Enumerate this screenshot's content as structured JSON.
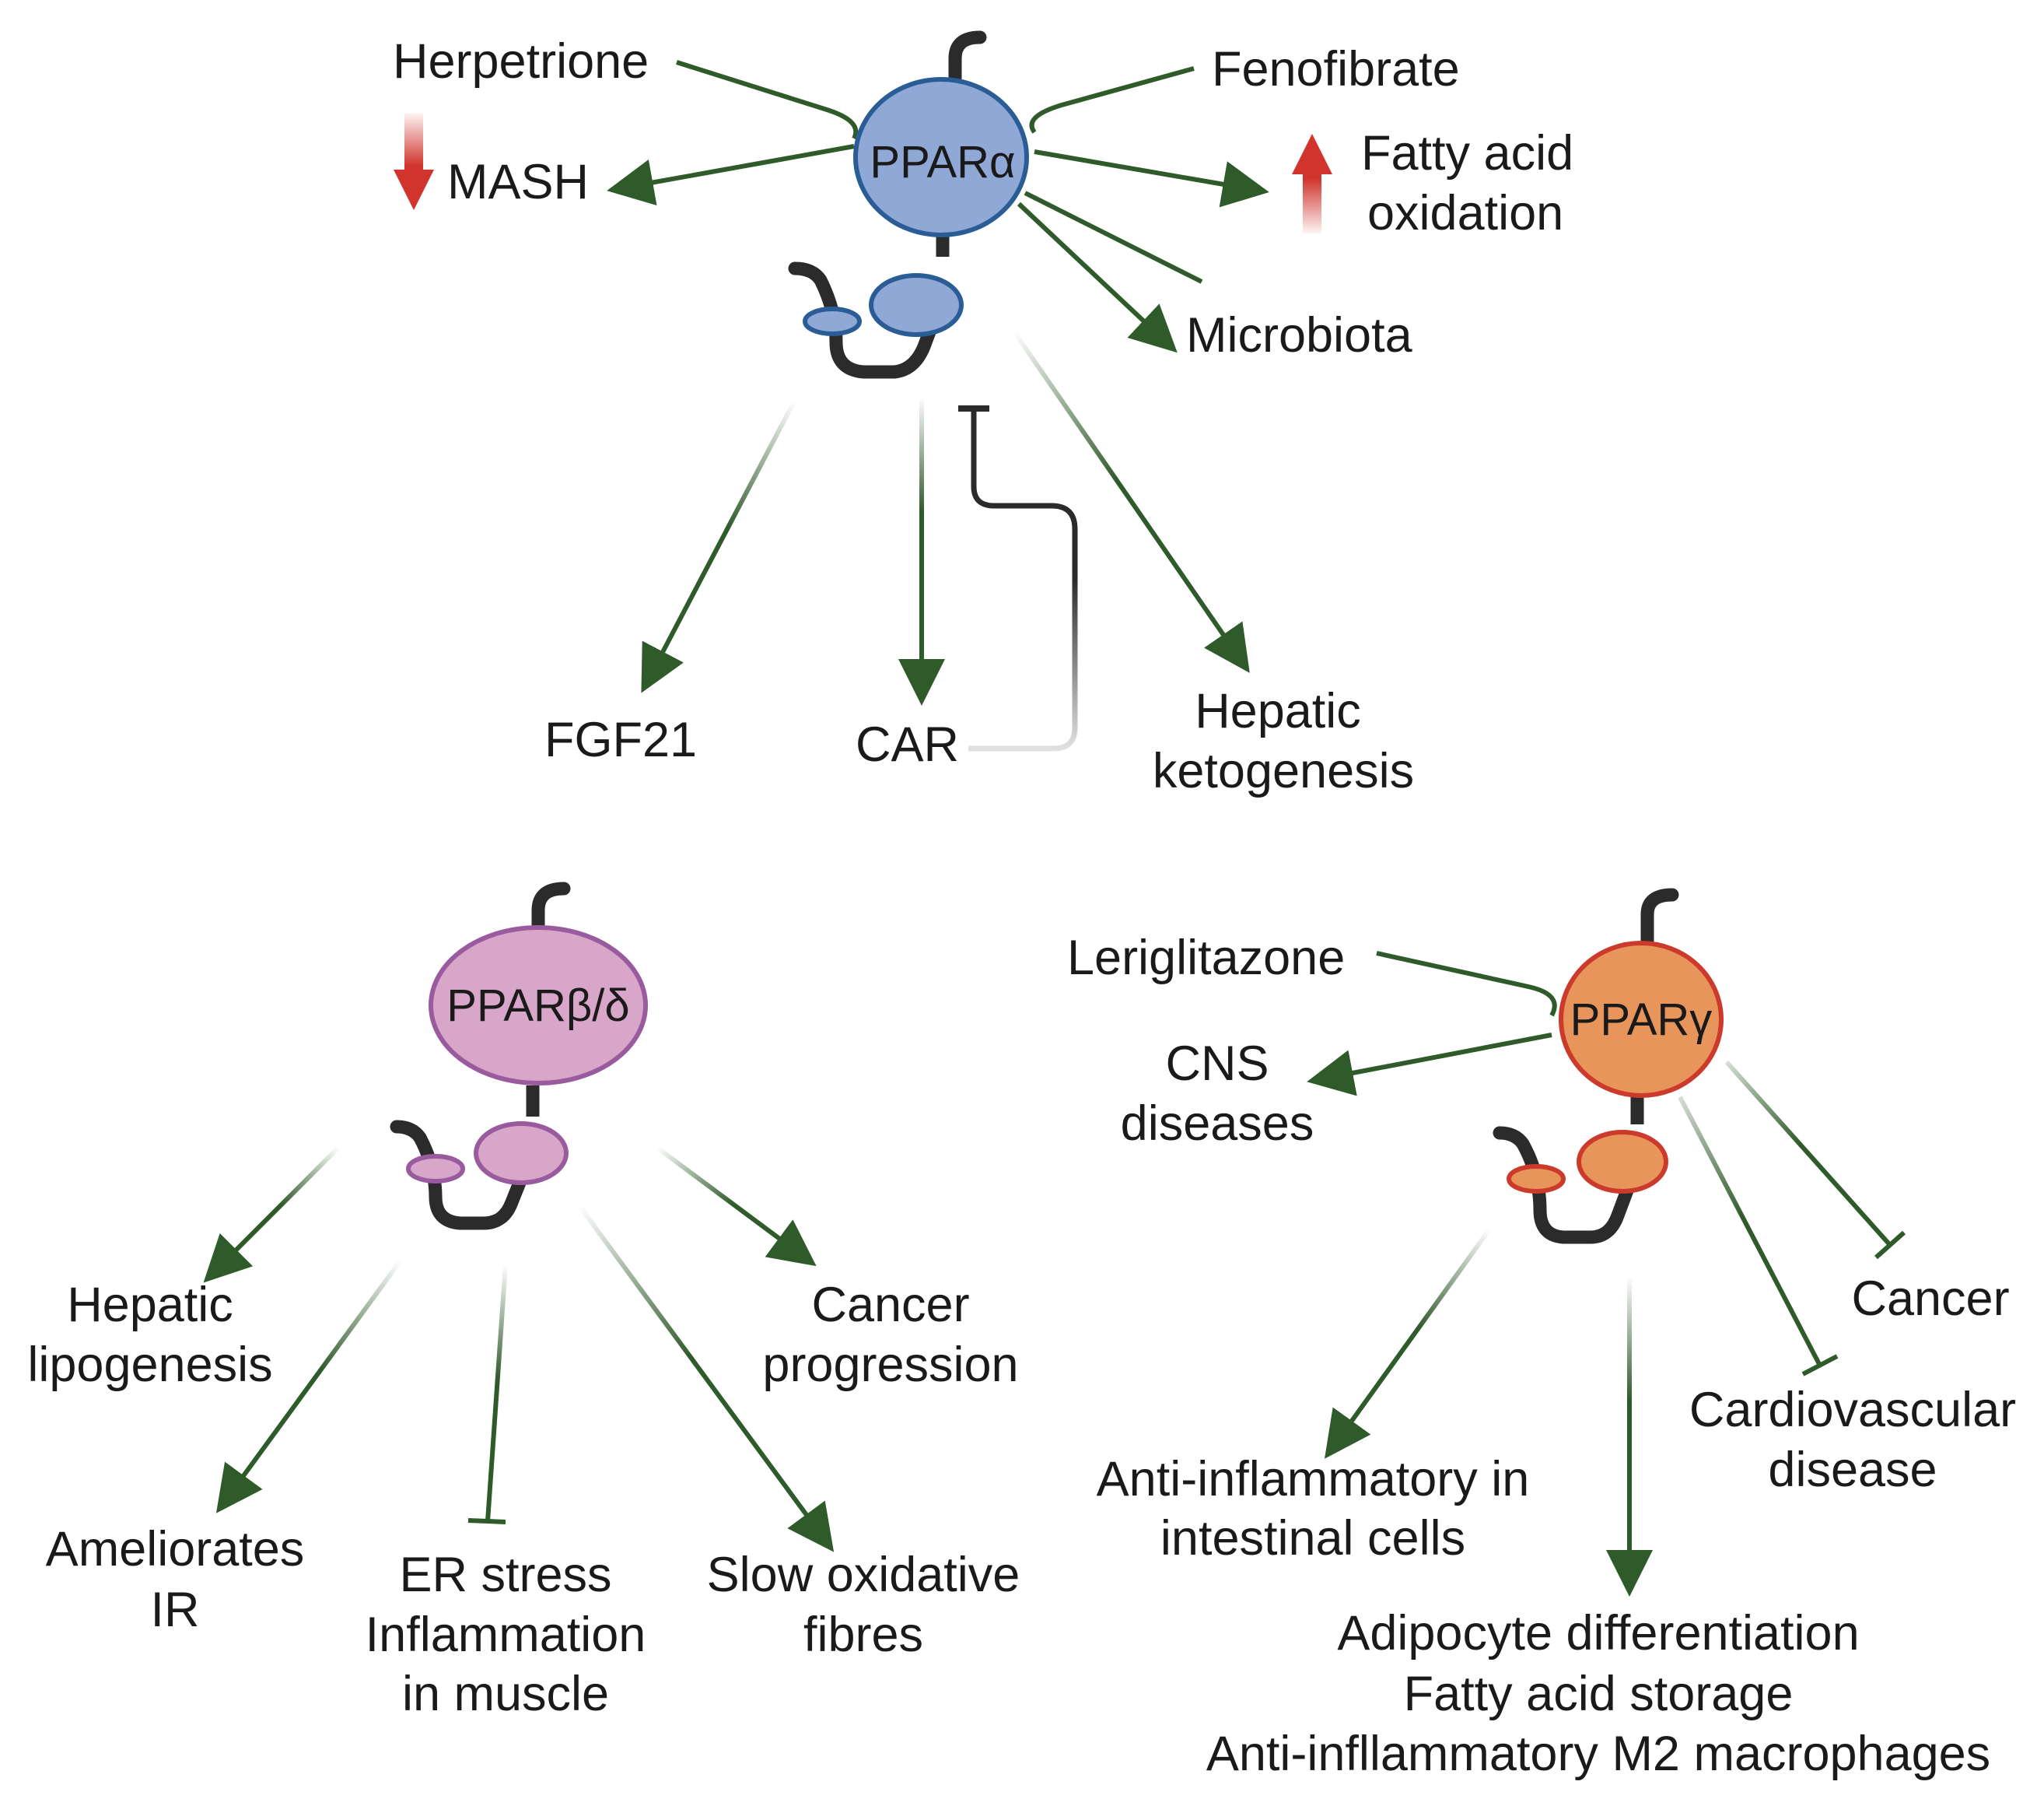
{
  "colors": {
    "arrow": "#2f5a2a",
    "arrow_red": "#d0342c",
    "linker": "#2b2b2b",
    "ppar_alpha_fill": "#8fa8d6",
    "ppar_alpha_stroke": "#2a5c96",
    "ppar_bd_fill": "#d8a6c8",
    "ppar_bd_stroke": "#9a5a9e",
    "ppar_gamma_fill": "#e8955c",
    "ppar_gamma_stroke": "#cc3a2b"
  },
  "icons": {
    "up_arrow": "red-up-arrow-icon",
    "down_arrow": "red-down-arrow-icon",
    "receptor": "nuclear-receptor-icon"
  },
  "ppar_alpha": {
    "name": "PPARα",
    "ligands": [
      "Herpetrione",
      "Fenofibrate"
    ],
    "effects": {
      "mash": "MASH",
      "fao_line1": "Fatty acid",
      "fao_line2": "oxidation",
      "microbiota": "Microbiota",
      "fgf21": "FGF21",
      "car": "CAR",
      "keto_line1": "Hepatic",
      "keto_line2": "ketogenesis"
    }
  },
  "ppar_bd": {
    "name": "PPARβ/δ",
    "effects": {
      "lipo_line1": "Hepatic",
      "lipo_line2": "lipogenesis",
      "ir_line1": "Ameliorates",
      "ir_line2": "IR",
      "er_line1": "ER stress",
      "er_line2": "Inflammation",
      "er_line3": "in muscle",
      "slow_line1": "Slow oxidative",
      "slow_line2": "fibres",
      "cancer_line1": "Cancer",
      "cancer_line2": "progression"
    }
  },
  "ppar_gamma": {
    "name": "PPARγ",
    "ligands": [
      "Leriglitazone"
    ],
    "effects": {
      "cns_line1": "CNS",
      "cns_line2": "diseases",
      "cancer": "Cancer",
      "cardio_line1": "Cardiovascular",
      "cardio_line2": "disease",
      "antiinf_line1": "Anti-inflammatory in",
      "antiinf_line2": "intestinal cells",
      "adipo_line1": "Adipocyte differentiation",
      "adipo_line2": "Fatty acid storage",
      "adipo_line3": "Anti-infllammatory M2 macrophages"
    }
  }
}
